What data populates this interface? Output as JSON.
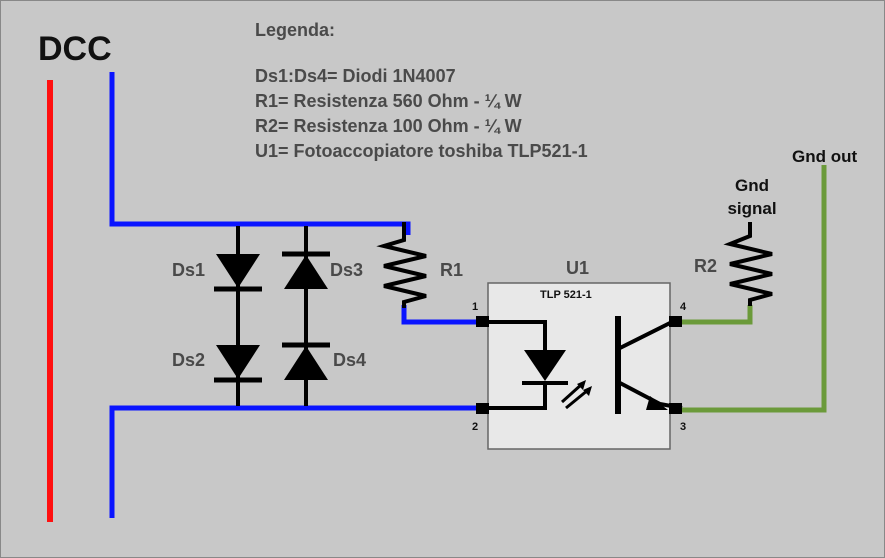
{
  "title": "DCC",
  "legend": {
    "heading": "Legenda:",
    "lines": [
      "Ds1:Ds4= Diodi 1N4007",
      "R1= Resistenza 560 Ohm - ¼ W",
      "R2= Resistenza 100 Ohm - ¼ W",
      "U1= Fotoaccopiatore toshiba  TLP521-1"
    ]
  },
  "components": {
    "ds1": "Ds1",
    "ds2": "Ds2",
    "ds3": "Ds3",
    "ds4": "Ds4",
    "r1": "R1",
    "r2": "R2",
    "u1": "U1",
    "u1_part": "TLP 521-1",
    "pin1": "1",
    "pin2": "2",
    "pin3": "3",
    "pin4": "4"
  },
  "terminals": {
    "gnd_signal_line1": "Gnd",
    "gnd_signal_line2": "signal",
    "gnd_out": "Gnd out"
  },
  "colors": {
    "background": "#c8c8c8",
    "dcc_rail_red": "#ff1010",
    "dcc_rail_blue": "#0a14ff",
    "output_green": "#6b9a3a",
    "component_black": "#000000",
    "chip_fill": "#e8e8e8"
  }
}
